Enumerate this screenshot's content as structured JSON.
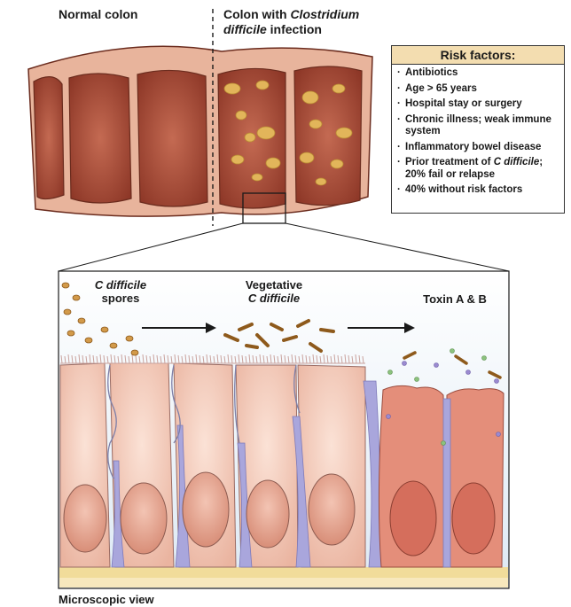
{
  "labels": {
    "normal_colon": "Normal colon",
    "infected_prefix": "Colon with ",
    "infected_italic_1": "Clostridium",
    "infected_italic_2": "difficile",
    "infected_suffix": " infection",
    "microscopic_view": "Microscopic view"
  },
  "risk_factors": {
    "title": "Risk factors:",
    "items": [
      {
        "text": "Antibiotics"
      },
      {
        "text": "Age > 65 years"
      },
      {
        "text": "Hospital stay or surgery"
      },
      {
        "text": "Chronic illness; weak immune system"
      },
      {
        "text": "Inflammatory bowel disease"
      },
      {
        "pre": "Prior treatment of ",
        "ital": "C difficile",
        "post": "; 20% fail or relapse"
      },
      {
        "text": "40% without risk factors"
      }
    ]
  },
  "stages": {
    "spores_italic": "C difficile",
    "spores_text": "spores",
    "vegetative_text": "Vegetative",
    "vegetative_italic": "C difficile",
    "toxin": "Toxin A & B"
  },
  "colors": {
    "colon_fill": "#b85a44",
    "colon_dark": "#8e3a2a",
    "colon_edge": "#e8b49c",
    "plaque": "#e2b55a",
    "risk_header": "#f3ddb0",
    "cell": "#f3c8b8",
    "damaged_cell": "#e48e7a",
    "goblet": "#a9a6dc",
    "lumen": "#e8f1f8",
    "bacteria": "#a86a2e"
  }
}
